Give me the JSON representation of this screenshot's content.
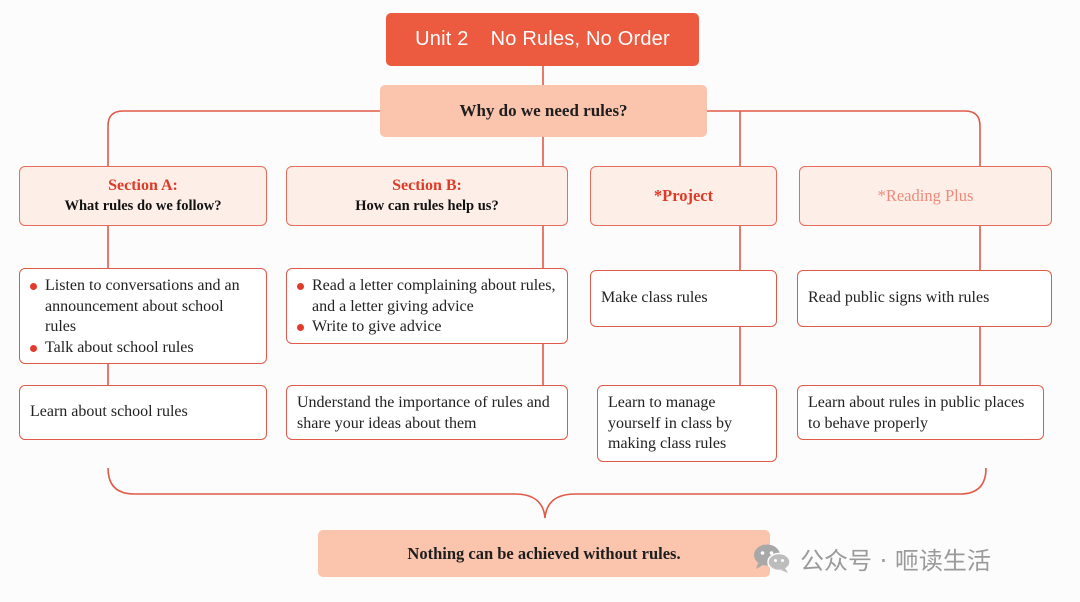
{
  "header": {
    "unit": "Unit 2",
    "title": "No Rules, No Order"
  },
  "question": "Why do we need rules?",
  "columns": [
    {
      "label": "Section A:",
      "question": "What rules do we follow?",
      "activities": [
        "Listen to conversations and an announcement about school rules",
        "Talk about school rules"
      ],
      "goal": "Learn about school rules"
    },
    {
      "label": "Section B:",
      "question": "How can rules help us?",
      "activities": [
        "Read a letter complaining about rules, and a letter giving advice",
        "Write to give advice"
      ],
      "goal": "Understand the importance of rules and share your ideas about them"
    },
    {
      "label": "*Project",
      "activity": "Make class rules",
      "goal": "Learn to manage yourself in class by making class rules"
    },
    {
      "label": "*Reading Plus",
      "activity": "Read public signs with rules",
      "goal": "Learn about rules in public places to behave properly"
    }
  ],
  "conclusion": "Nothing can be achieved without rules.",
  "watermark": {
    "text": "公众号 · 咂读生活",
    "icon": "wechat-icon"
  },
  "colors": {
    "accent": "#ec5a3f",
    "light_fill": "#fbc4ad",
    "section_fill": "#fdeee8",
    "line": "#e05a48",
    "label_red": "#de3b26"
  }
}
